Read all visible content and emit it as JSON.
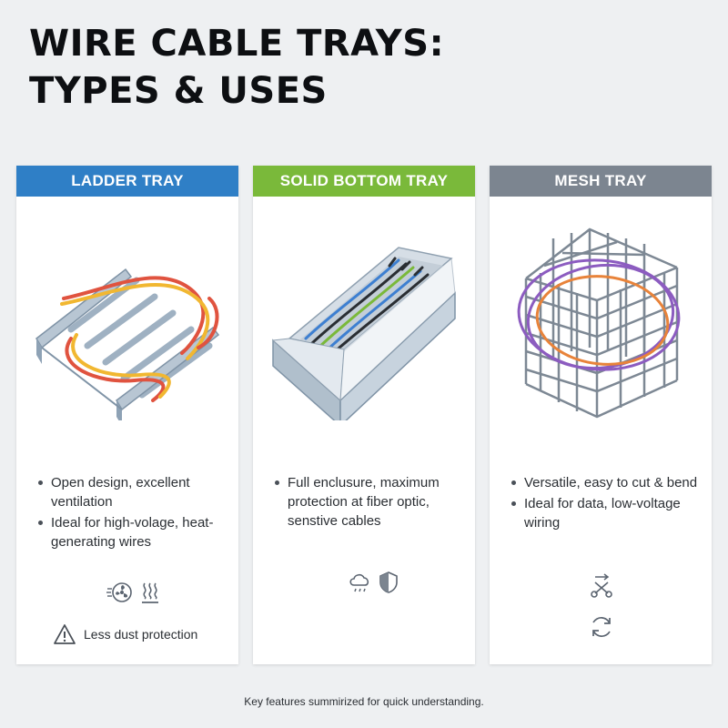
{
  "title": {
    "line1": "WIRE CABLE TRAYS:",
    "line2": "TYPES & USES"
  },
  "colors": {
    "ladder": "#2f7fc6",
    "solid": "#7ab93a",
    "mesh": "#7c8590"
  },
  "cards": [
    {
      "header": "LADDER TRAY",
      "bullets": [
        "Open design, excellent ventilation",
        "Ideal for high-volage, heat-generating wires"
      ],
      "icons": [
        "fan-icon",
        "heat-waves-icon"
      ],
      "note": {
        "icon": "warning-icon",
        "text": "Less dust protection"
      }
    },
    {
      "header": "SOLID BOTTOM TRAY",
      "bullets": [
        "Full enclusure, maximum protection at fiber optic, senstive cables"
      ],
      "icons": [
        "cloud-rain-icon",
        "shield-icon"
      ]
    },
    {
      "header": "MESH TRAY",
      "bullets": [
        "Versatile, easy to cut & bend",
        "Ideal for data, low-voltage wiring"
      ],
      "icons": [
        "scissors-icon",
        "refresh-icon"
      ]
    }
  ],
  "footer": "Key features summirized for quick understanding."
}
